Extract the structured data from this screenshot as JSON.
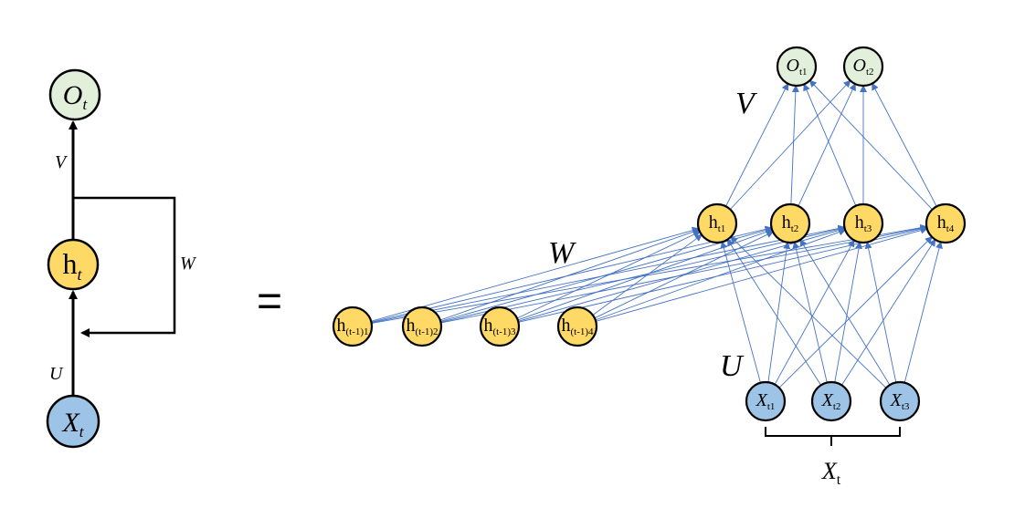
{
  "folded": {
    "output": {
      "main": "O",
      "sub": "t"
    },
    "hidden": {
      "main": "h",
      "sub": "t"
    },
    "input": {
      "main": "X",
      "sub": "t"
    },
    "weights": {
      "V": "V",
      "W": "W",
      "U": "U"
    }
  },
  "equals": "=",
  "unfolded": {
    "prev_hidden": [
      {
        "main": "h",
        "sub": "(t-1)1"
      },
      {
        "main": "h",
        "sub": "(t-1)2"
      },
      {
        "main": "h",
        "sub": "(t-1)3"
      },
      {
        "main": "h",
        "sub": "(t-1)4"
      }
    ],
    "hidden": [
      {
        "main": "h",
        "sub": "t1"
      },
      {
        "main": "h",
        "sub": "t2"
      },
      {
        "main": "h",
        "sub": "t3"
      },
      {
        "main": "h",
        "sub": "t4"
      }
    ],
    "outputs": [
      {
        "main": "O",
        "sub": "t1"
      },
      {
        "main": "O",
        "sub": "t2"
      }
    ],
    "inputs": [
      {
        "main": "X",
        "sub": "t1"
      },
      {
        "main": "X",
        "sub": "t2"
      },
      {
        "main": "X",
        "sub": "t3"
      }
    ],
    "weights": {
      "V": "V",
      "W": "W",
      "U": "U"
    },
    "input_group": {
      "main": "X",
      "sub": "t"
    }
  },
  "colors": {
    "output_fill": "#e2efda",
    "hidden_fill": "#ffd966",
    "input_fill": "#9dc3e6",
    "edge": "#4472c4",
    "stroke": "#000000"
  }
}
